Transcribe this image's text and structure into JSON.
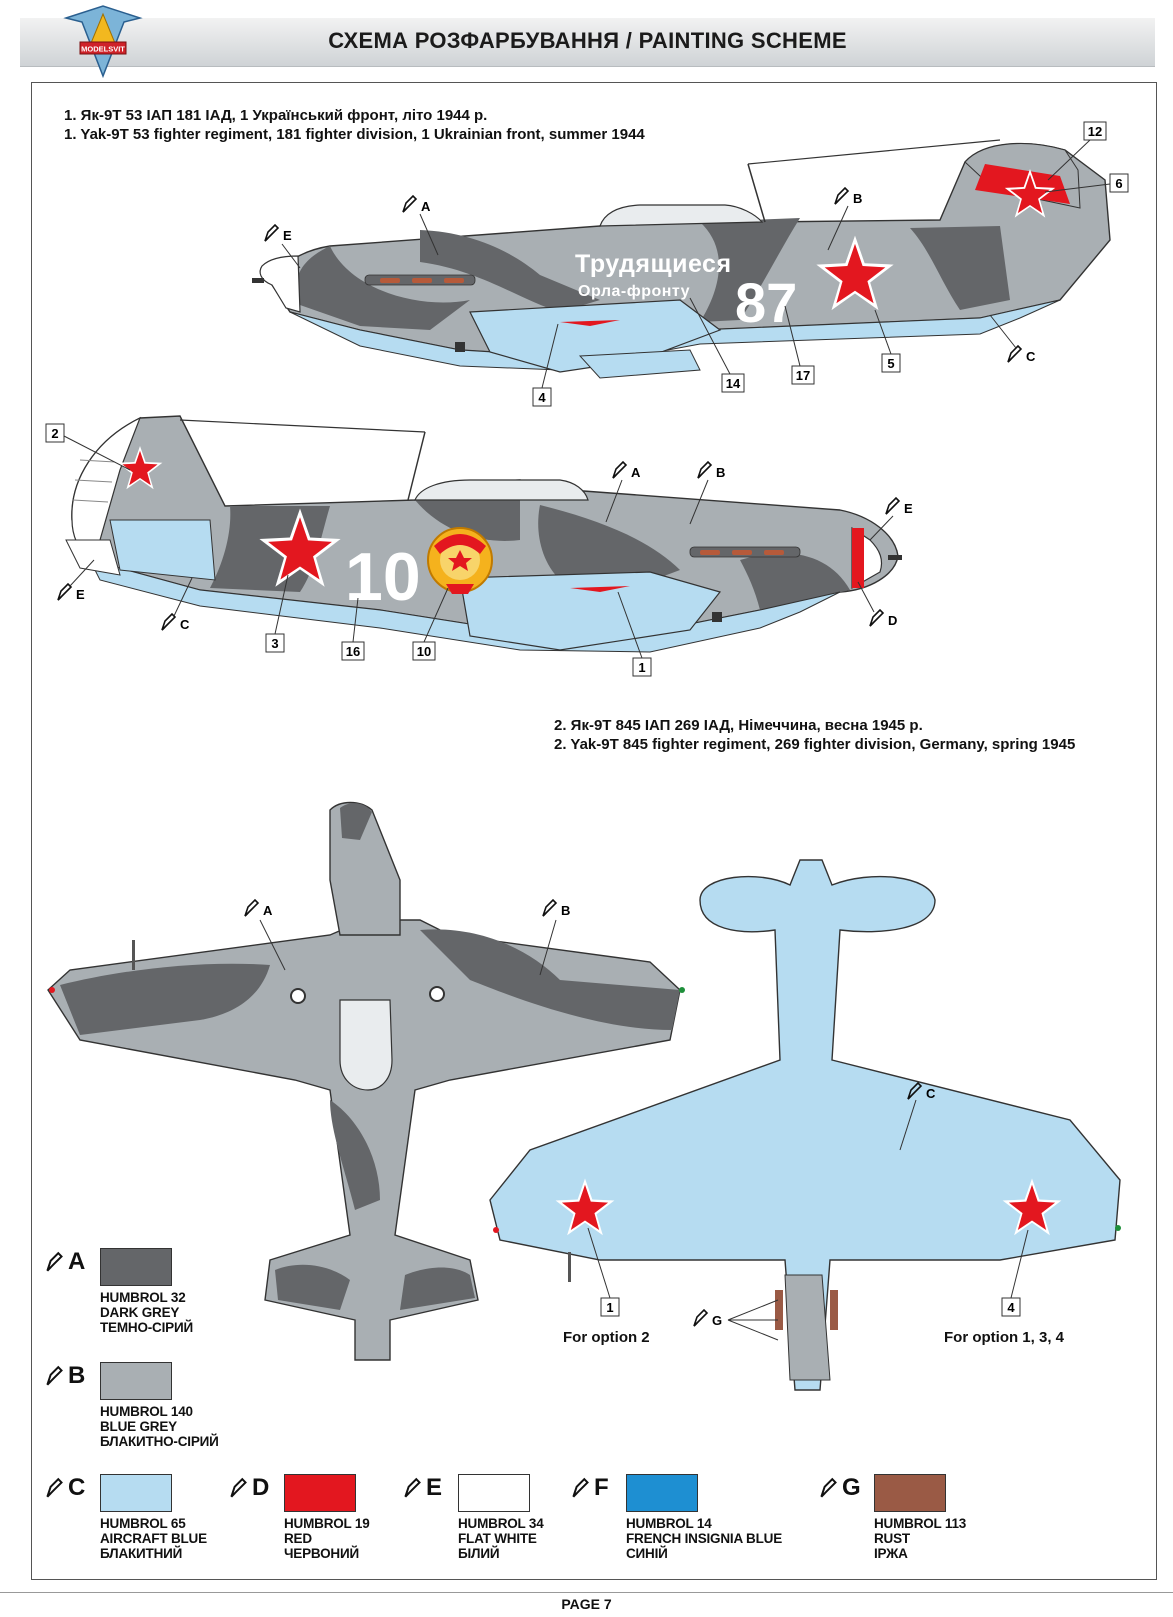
{
  "header": {
    "title": "СХЕМА РОЗФАРБУВАННЯ  / PAINTING  SCHEME",
    "logo_text": "MODELSVIT"
  },
  "option1": {
    "caption_ua": "1. Як-9Т 53 ІАП 181 ІАД, 1 Український фронт, літо 1944 р.",
    "caption_en": "1. Yak-9T 53 fighter regiment,  181 fighter division, 1 Ukrainian front,  summer 1944",
    "slogan_line1": "Трудящиеся",
    "slogan_line2": "Орла-фронту",
    "tactical_number": "87"
  },
  "option2": {
    "caption_ua": "2. Як-9Т 845 ІАП 269 ІАД, Німеччина, весна 1945 р.",
    "caption_en": "2. Yak-9T 845 fighter regiment, 269 fighter division, Germany, spring 1945",
    "tactical_number": "10"
  },
  "callouts": {
    "n1": "1",
    "n2": "2",
    "n3": "3",
    "n4": "4",
    "n5": "5",
    "n6": "6",
    "n10": "10",
    "n12": "12",
    "n14": "14",
    "n16": "16",
    "n17": "17",
    "A": "A",
    "B": "B",
    "C": "C",
    "D": "D",
    "E": "E",
    "G": "G"
  },
  "notes": {
    "for_option_2": "For option 2",
    "for_option_134": "For option 1, 3, 4"
  },
  "colors": [
    {
      "letter": "A",
      "hex": "#646669",
      "lines": [
        "HUMBROL 32",
        "DARK GREY",
        "ТЕМНО-СІРИЙ"
      ]
    },
    {
      "letter": "B",
      "hex": "#a9afb3",
      "lines": [
        "HUMBROL 140",
        "BLUE GREY",
        "БЛАКИТНО-СІРИЙ"
      ]
    },
    {
      "letter": "C",
      "hex": "#b6dcf1",
      "lines": [
        "HUMBROL 65",
        "AIRCRAFT BLUE",
        "БЛАКИТНИЙ"
      ]
    },
    {
      "letter": "D",
      "hex": "#e3171f",
      "lines": [
        "HUMBROL 19",
        "RED",
        "ЧЕРВОНИЙ"
      ]
    },
    {
      "letter": "E",
      "hex": "#ffffff",
      "lines": [
        "HUMBROL 34",
        "FLAT WHITE",
        "БІЛИЙ"
      ]
    },
    {
      "letter": "F",
      "hex": "#1e8fd2",
      "lines": [
        "HUMBROL 14",
        "FRENCH INSIGNIA BLUE",
        "СИНІЙ"
      ]
    },
    {
      "letter": "G",
      "hex": "#9a5a45",
      "lines": [
        "HUMBROL 113",
        "RUST",
        "ІРЖА"
      ]
    }
  ],
  "footer": {
    "page": "PAGE 7"
  }
}
